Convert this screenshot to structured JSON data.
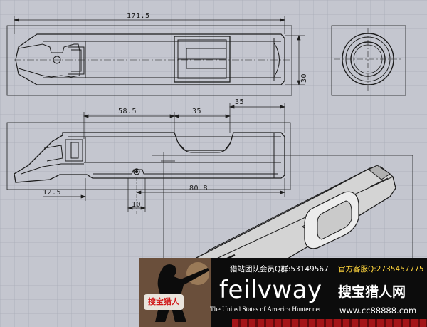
{
  "drawing": {
    "dimensions": {
      "overall_length": "171.5",
      "height": "30",
      "seg_a": "58.5",
      "seg_b": "35",
      "seg_c": "35",
      "left_offset": "12.5",
      "bottom_span": "80.8",
      "hole_spacing": "10"
    }
  },
  "watermark": {
    "qq_group": "猎站团队会员Q群:53149567",
    "qq_service": "官方客服Q:2735457775",
    "brand": "feilvway",
    "site_cn": "搜宝猎人网",
    "site_url": "www.cc88888.com",
    "tagline": "The United States of America Hunter net",
    "badge": "搜宝猎人"
  }
}
